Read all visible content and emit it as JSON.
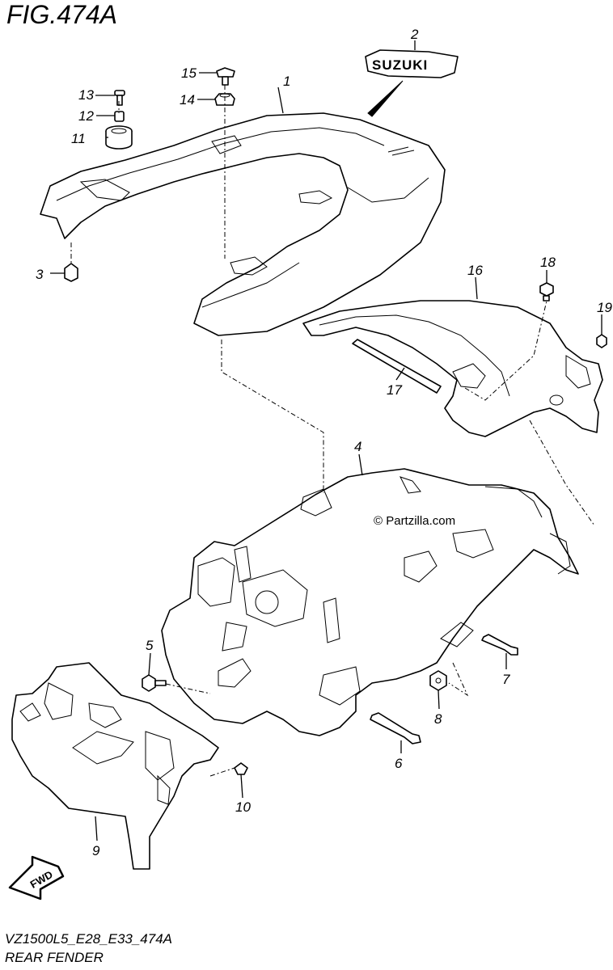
{
  "figure": {
    "title": "FIG.474A",
    "code": "VZ1500L5_E28_E33_474A",
    "name": "REAR FENDER",
    "watermark": "© Partzilla.com",
    "fwd_label": "FWD",
    "emblem_text": "SUZUKI"
  },
  "callouts": [
    "1",
    "2",
    "3",
    "4",
    "5",
    "6",
    "7",
    "8",
    "9",
    "10",
    "11",
    "12",
    "13",
    "14",
    "15",
    "16",
    "17",
    "18",
    "19"
  ]
}
